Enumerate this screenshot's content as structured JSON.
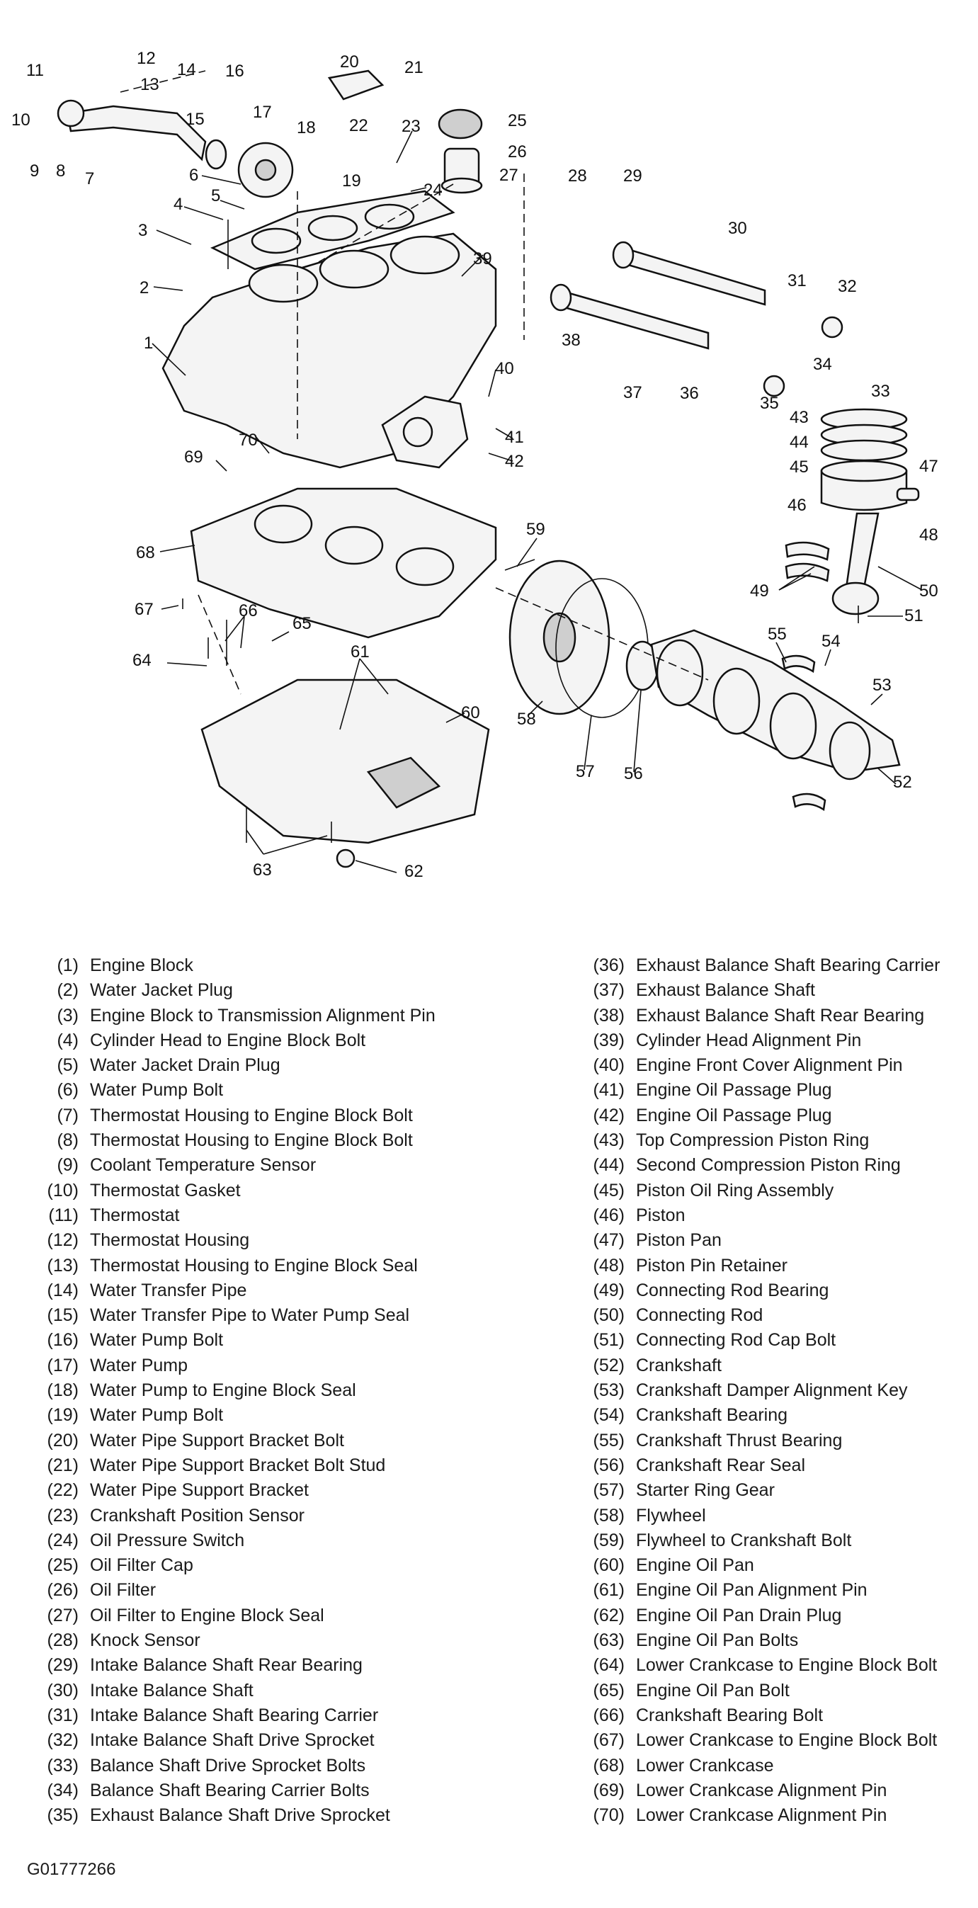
{
  "callouts": [
    "1",
    "2",
    "3",
    "4",
    "5",
    "6",
    "7",
    "8",
    "9",
    "10",
    "11",
    "12",
    "13",
    "14",
    "15",
    "16",
    "17",
    "18",
    "19",
    "20",
    "21",
    "22",
    "23",
    "24",
    "25",
    "26",
    "27",
    "28",
    "29",
    "30",
    "31",
    "32",
    "33",
    "34",
    "35",
    "36",
    "37",
    "38",
    "39",
    "40",
    "41",
    "42",
    "43",
    "44",
    "45",
    "46",
    "47",
    "48",
    "49",
    "50",
    "51",
    "52",
    "53",
    "54",
    "55",
    "56",
    "57",
    "58",
    "59",
    "60",
    "61",
    "62",
    "63",
    "64",
    "65",
    "66",
    "67",
    "68",
    "69",
    "70"
  ],
  "legend_left": [
    {
      "num": "(1)",
      "label": "Engine Block"
    },
    {
      "num": "(2)",
      "label": "Water Jacket Plug"
    },
    {
      "num": "(3)",
      "label": "Engine Block to Transmission Alignment Pin"
    },
    {
      "num": "(4)",
      "label": "Cylinder Head to Engine Block Bolt"
    },
    {
      "num": "(5)",
      "label": "Water Jacket Drain Plug"
    },
    {
      "num": "(6)",
      "label": "Water Pump Bolt"
    },
    {
      "num": "(7)",
      "label": "Thermostat Housing to Engine Block Bolt"
    },
    {
      "num": "(8)",
      "label": "Thermostat Housing to Engine Block Bolt"
    },
    {
      "num": "(9)",
      "label": "Coolant Temperature Sensor"
    },
    {
      "num": "(10)",
      "label": "Thermostat Gasket"
    },
    {
      "num": "(11)",
      "label": "Thermostat"
    },
    {
      "num": "(12)",
      "label": "Thermostat Housing"
    },
    {
      "num": "(13)",
      "label": "Thermostat Housing to Engine Block Seal"
    },
    {
      "num": "(14)",
      "label": "Water Transfer Pipe"
    },
    {
      "num": "(15)",
      "label": "Water Transfer Pipe to Water Pump Seal"
    },
    {
      "num": "(16)",
      "label": "Water Pump Bolt"
    },
    {
      "num": "(17)",
      "label": "Water Pump"
    },
    {
      "num": "(18)",
      "label": "Water Pump to Engine Block Seal"
    },
    {
      "num": "(19)",
      "label": "Water Pump Bolt"
    },
    {
      "num": "(20)",
      "label": "Water Pipe Support Bracket Bolt"
    },
    {
      "num": "(21)",
      "label": "Water Pipe Support Bracket Bolt Stud"
    },
    {
      "num": "(22)",
      "label": "Water Pipe Support Bracket"
    },
    {
      "num": "(23)",
      "label": "Crankshaft Position Sensor"
    },
    {
      "num": "(24)",
      "label": "Oil Pressure Switch"
    },
    {
      "num": "(25)",
      "label": "Oil Filter Cap"
    },
    {
      "num": "(26)",
      "label": "Oil Filter"
    },
    {
      "num": "(27)",
      "label": "Oil Filter to Engine Block Seal"
    },
    {
      "num": "(28)",
      "label": "Knock Sensor"
    },
    {
      "num": "(29)",
      "label": "Intake Balance Shaft Rear Bearing"
    },
    {
      "num": "(30)",
      "label": "Intake Balance Shaft"
    },
    {
      "num": "(31)",
      "label": "Intake Balance Shaft Bearing Carrier"
    },
    {
      "num": "(32)",
      "label": "Intake Balance Shaft Drive Sprocket"
    },
    {
      "num": "(33)",
      "label": "Balance Shaft Drive Sprocket Bolts"
    },
    {
      "num": "(34)",
      "label": "Balance Shaft Bearing Carrier Bolts"
    },
    {
      "num": "(35)",
      "label": "Exhaust Balance Shaft Drive Sprocket"
    }
  ],
  "legend_right": [
    {
      "num": "(36)",
      "label": "Exhaust Balance Shaft Bearing Carrier"
    },
    {
      "num": "(37)",
      "label": "Exhaust Balance Shaft"
    },
    {
      "num": "(38)",
      "label": "Exhaust Balance Shaft Rear Bearing"
    },
    {
      "num": "(39)",
      "label": "Cylinder Head Alignment Pin"
    },
    {
      "num": "(40)",
      "label": "Engine Front Cover Alignment Pin"
    },
    {
      "num": "(41)",
      "label": "Engine Oil Passage Plug"
    },
    {
      "num": "(42)",
      "label": "Engine Oil Passage Plug"
    },
    {
      "num": "(43)",
      "label": "Top Compression Piston Ring"
    },
    {
      "num": "(44)",
      "label": "Second Compression Piston Ring"
    },
    {
      "num": "(45)",
      "label": "Piston Oil Ring Assembly"
    },
    {
      "num": "(46)",
      "label": "Piston"
    },
    {
      "num": "(47)",
      "label": "Piston Pan"
    },
    {
      "num": "(48)",
      "label": "Piston Pin Retainer"
    },
    {
      "num": "(49)",
      "label": "Connecting Rod Bearing"
    },
    {
      "num": "(50)",
      "label": "Connecting Rod"
    },
    {
      "num": "(51)",
      "label": "Connecting Rod Cap Bolt"
    },
    {
      "num": "(52)",
      "label": "Crankshaft"
    },
    {
      "num": "(53)",
      "label": "Crankshaft Damper Alignment Key"
    },
    {
      "num": "(54)",
      "label": "Crankshaft Bearing"
    },
    {
      "num": "(55)",
      "label": "Crankshaft Thrust Bearing"
    },
    {
      "num": "(56)",
      "label": "Crankshaft Rear Seal"
    },
    {
      "num": "(57)",
      "label": "Starter Ring Gear"
    },
    {
      "num": "(58)",
      "label": "Flywheel"
    },
    {
      "num": "(59)",
      "label": "Flywheel to Crankshaft Bolt"
    },
    {
      "num": "(60)",
      "label": "Engine Oil Pan"
    },
    {
      "num": "(61)",
      "label": "Engine Oil Pan Alignment Pin"
    },
    {
      "num": "(62)",
      "label": "Engine Oil Pan Drain Plug"
    },
    {
      "num": "(63)",
      "label": "Engine Oil Pan Bolts"
    },
    {
      "num": "(64)",
      "label": "Lower Crankcase to Engine Block Bolt"
    },
    {
      "num": "(65)",
      "label": "Engine Oil Pan Bolt"
    },
    {
      "num": "(66)",
      "label": "Crankshaft Bearing Bolt"
    },
    {
      "num": "(67)",
      "label": "Lower Crankcase to Engine Block Bolt"
    },
    {
      "num": "(68)",
      "label": "Lower Crankcase"
    },
    {
      "num": "(69)",
      "label": "Lower Crankcase Alignment Pin"
    },
    {
      "num": "(70)",
      "label": "Lower Crankcase Alignment Pin"
    }
  ],
  "figure_id": "G01777266"
}
